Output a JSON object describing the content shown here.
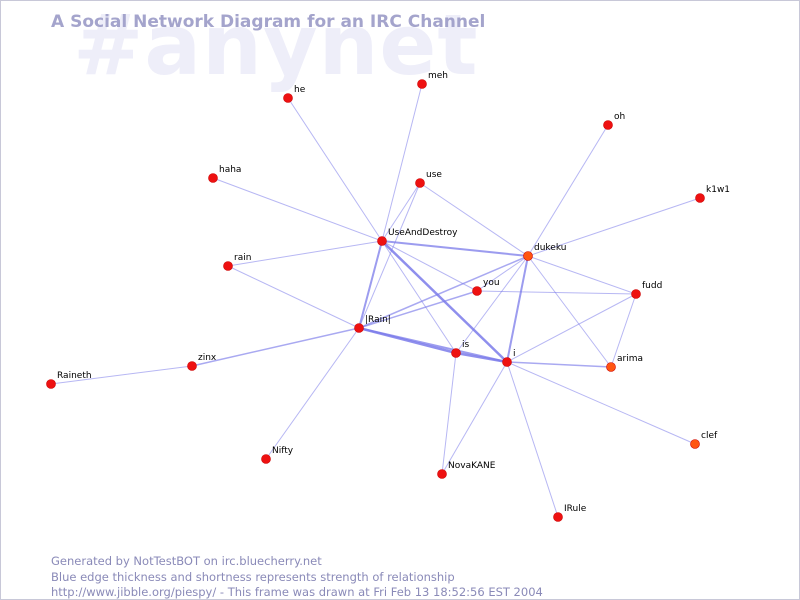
{
  "watermark": "#anynet",
  "title": "A Social Network Diagram for an IRC Channel",
  "colors": {
    "edge": "#7b7bea",
    "node": "#ee1111",
    "node_active": "#ff5511",
    "node_stroke": "#cc0000",
    "title": "#a4a4cc",
    "footer": "#8a8ab8",
    "watermark": "#eeeef9"
  },
  "nodes": [
    {
      "id": "he",
      "label": "he"
    },
    {
      "id": "meh",
      "label": "meh"
    },
    {
      "id": "oh",
      "label": "oh"
    },
    {
      "id": "haha",
      "label": "haha"
    },
    {
      "id": "use",
      "label": "use"
    },
    {
      "id": "k1w1",
      "label": "k1w1"
    },
    {
      "id": "UseAndDestroy",
      "label": "UseAndDestroy"
    },
    {
      "id": "dukeku",
      "label": "dukeku"
    },
    {
      "id": "rain",
      "label": "rain"
    },
    {
      "id": "you",
      "label": "you"
    },
    {
      "id": "fudd",
      "label": "fudd"
    },
    {
      "id": "Rain",
      "label": "|Rain|"
    },
    {
      "id": "is",
      "label": "is"
    },
    {
      "id": "i",
      "label": "i"
    },
    {
      "id": "arima",
      "label": "arima"
    },
    {
      "id": "zinx",
      "label": "zinx"
    },
    {
      "id": "Raineth",
      "label": "Raineth"
    },
    {
      "id": "clef",
      "label": "clef"
    },
    {
      "id": "Nifty",
      "label": "Nifty"
    },
    {
      "id": "NovaKANE",
      "label": "NovaKANE"
    },
    {
      "id": "IRule",
      "label": "IRule"
    }
  ],
  "edges": [
    {
      "source": "he",
      "target": "UseAndDestroy",
      "weight": 1
    },
    {
      "source": "meh",
      "target": "UseAndDestroy",
      "weight": 1
    },
    {
      "source": "haha",
      "target": "UseAndDestroy",
      "weight": 1
    },
    {
      "source": "use",
      "target": "UseAndDestroy",
      "weight": 1
    },
    {
      "source": "use",
      "target": "dukeku",
      "weight": 1
    },
    {
      "source": "use",
      "target": "Rain",
      "weight": 1
    },
    {
      "source": "oh",
      "target": "dukeku",
      "weight": 1
    },
    {
      "source": "k1w1",
      "target": "dukeku",
      "weight": 1
    },
    {
      "source": "rain",
      "target": "UseAndDestroy",
      "weight": 1
    },
    {
      "source": "rain",
      "target": "Rain",
      "weight": 1
    },
    {
      "source": "UseAndDestroy",
      "target": "dukeku",
      "weight": 2
    },
    {
      "source": "UseAndDestroy",
      "target": "Rain",
      "weight": 2
    },
    {
      "source": "UseAndDestroy",
      "target": "i",
      "weight": 2.5
    },
    {
      "source": "UseAndDestroy",
      "target": "is",
      "weight": 1
    },
    {
      "source": "UseAndDestroy",
      "target": "you",
      "weight": 1
    },
    {
      "source": "dukeku",
      "target": "Rain",
      "weight": 1.5
    },
    {
      "source": "dukeku",
      "target": "i",
      "weight": 2
    },
    {
      "source": "dukeku",
      "target": "is",
      "weight": 1
    },
    {
      "source": "dukeku",
      "target": "you",
      "weight": 1
    },
    {
      "source": "dukeku",
      "target": "fudd",
      "weight": 1
    },
    {
      "source": "dukeku",
      "target": "arima",
      "weight": 1
    },
    {
      "source": "you",
      "target": "Rain",
      "weight": 1.5
    },
    {
      "source": "you",
      "target": "fudd",
      "weight": 1
    },
    {
      "source": "fudd",
      "target": "i",
      "weight": 1
    },
    {
      "source": "fudd",
      "target": "arima",
      "weight": 1
    },
    {
      "source": "Rain",
      "target": "is",
      "weight": 2.5
    },
    {
      "source": "Rain",
      "target": "i",
      "weight": 2
    },
    {
      "source": "Rain",
      "target": "zinx",
      "weight": 1.5
    },
    {
      "source": "Rain",
      "target": "Nifty",
      "weight": 1
    },
    {
      "source": "is",
      "target": "i",
      "weight": 2.5
    },
    {
      "source": "is",
      "target": "NovaKANE",
      "weight": 1
    },
    {
      "source": "i",
      "target": "arima",
      "weight": 1.5
    },
    {
      "source": "i",
      "target": "clef",
      "weight": 1
    },
    {
      "source": "i",
      "target": "IRule",
      "weight": 1
    },
    {
      "source": "i",
      "target": "NovaKANE",
      "weight": 1
    },
    {
      "source": "zinx",
      "target": "Raineth",
      "weight": 1
    }
  ],
  "footer": {
    "line1": "Generated by NotTestBOT on irc.bluecherry.net",
    "line2": "Blue edge thickness and shortness represents strength of relationship",
    "line3": "http://www.jibble.org/piespy/ - This frame was drawn at Fri Feb 13 18:52:56 EST 2004"
  }
}
